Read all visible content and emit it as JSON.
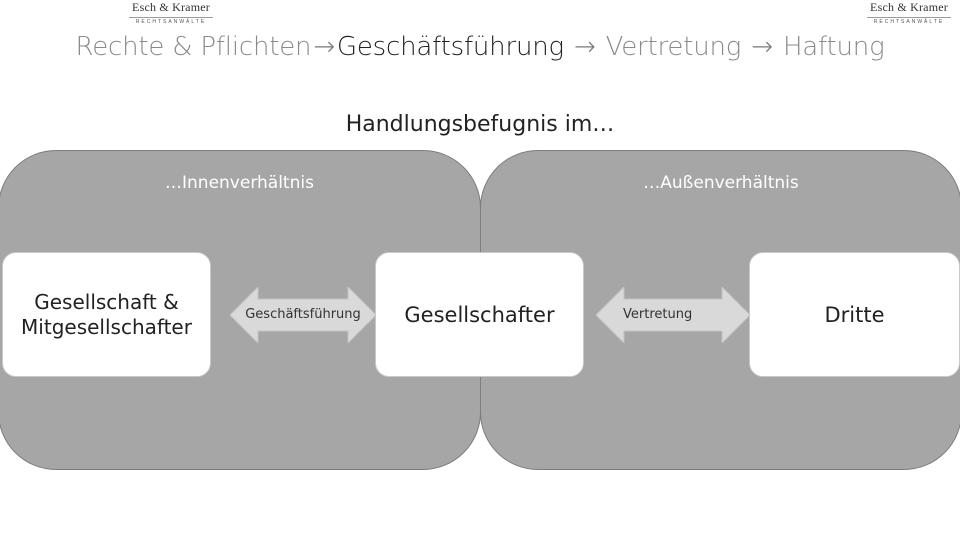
{
  "logo": {
    "name": "Esch & Kramer",
    "tagline": "RECHTSANWÄLTE"
  },
  "breadcrumb": [
    {
      "label": "Rechte & Pflichten",
      "active": false
    },
    {
      "label": "Geschäftsführung",
      "active": true
    },
    {
      "label": "Vertretung",
      "active": false
    },
    {
      "label": "Haftung",
      "active": false
    }
  ],
  "breadcrumb_arrow": "→",
  "heading": "Handlungsbefugnis im…",
  "panels": {
    "inner": "…Innenverhältnis",
    "outer": "…Außenverhältnis"
  },
  "boxes": {
    "company_line1": "Gesellschaft &",
    "company_line2": "Mitgesellschafter",
    "partner": "Gesellschafter",
    "third": "Dritte"
  },
  "arrows": {
    "management": "Geschäftsführung",
    "representation": "Vertretung"
  },
  "colors": {
    "panel_fill": "#a6a6a6",
    "panel_border": "#7d7d7d",
    "arrow_fill": "#d9d9d9",
    "box_fill": "#ffffff"
  }
}
